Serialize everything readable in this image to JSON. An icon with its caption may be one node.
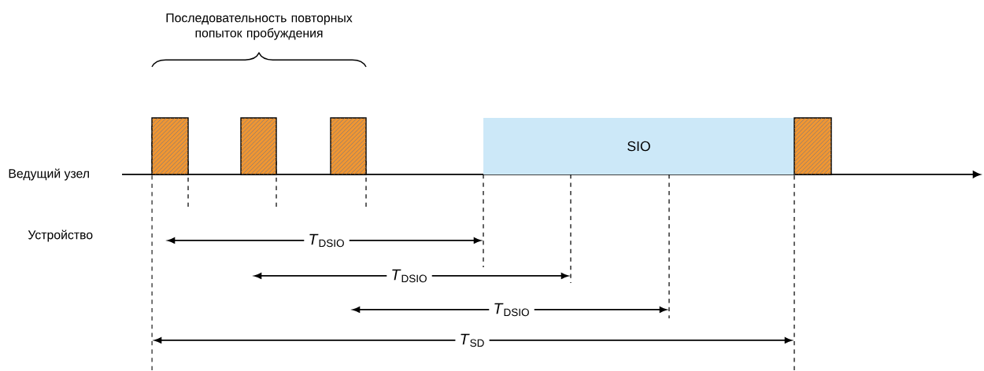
{
  "diagram": {
    "nodes": [
      {
        "text": [],
        "shape": "box"
      },
      {
        "text": [],
        "shape": "box"
      },
      {
        "text": [],
        "shape": "box"
      },
      {
        "text": [
          "SIO"
        ]
      },
      {
        "text": [],
        "shape": "box"
      }
    ],
    "labels": [
      "Последовательность повторных попыток пробуждения",
      "Ведущий узел",
      "Устройство",
      "*T*$_{DSIO}$",
      "*T*$_{DSIO}$",
      "*T*$_{DSIO}$",
      "*T*$_{SD}$"
    ]
  }
}
